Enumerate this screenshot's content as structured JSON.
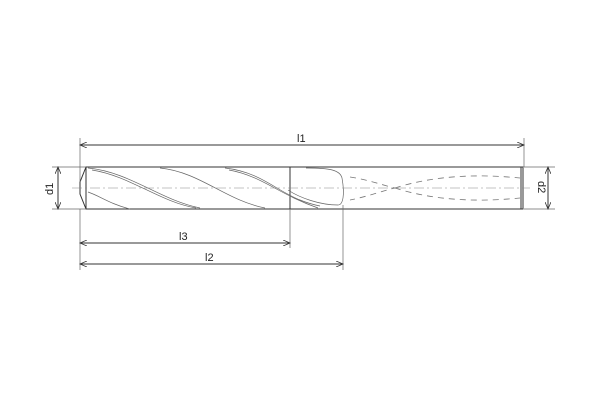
{
  "drawing": {
    "dimensions": {
      "l1": "l1",
      "l2": "l2",
      "l3": "l3",
      "d1": "d1",
      "d2": "d2"
    }
  }
}
